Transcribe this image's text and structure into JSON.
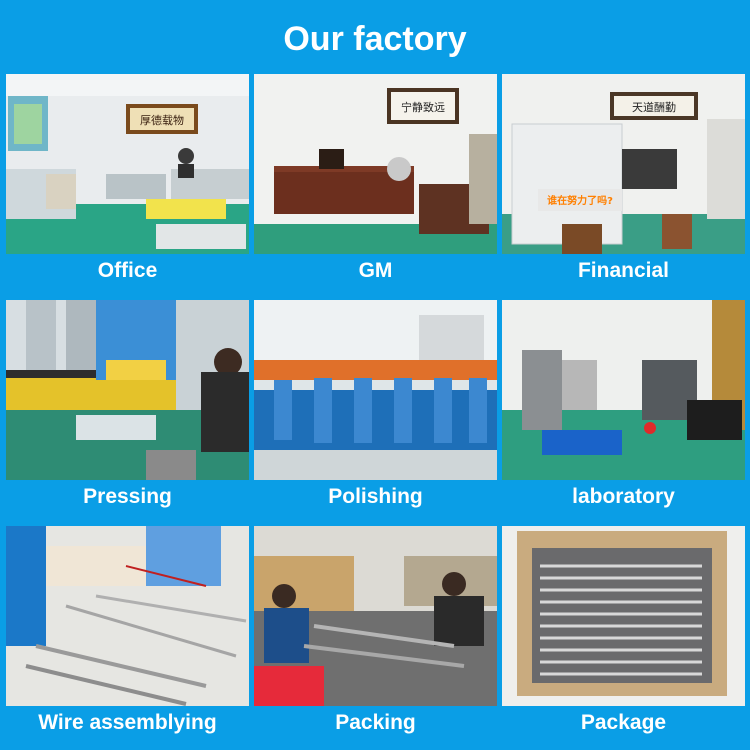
{
  "page": {
    "title": "Our factory",
    "background_color": "#0a9ee6",
    "text_color": "#ffffff"
  },
  "tiles": [
    {
      "caption": "Office",
      "photo": "office-photo"
    },
    {
      "caption": "GM",
      "photo": "gm-office-photo"
    },
    {
      "caption": "Financial",
      "photo": "financial-office-photo"
    },
    {
      "caption": "Pressing",
      "photo": "pressing-machine-photo"
    },
    {
      "caption": "Polishing",
      "photo": "polishing-line-photo"
    },
    {
      "caption": "laboratory",
      "photo": "laboratory-photo"
    },
    {
      "caption": "Wire assemblying",
      "photo": "wire-assembly-photo"
    },
    {
      "caption": "Packing",
      "photo": "packing-workers-photo"
    },
    {
      "caption": "Package",
      "photo": "carton-package-photo"
    }
  ],
  "signs": {
    "office_calligraphy": "厚德载物",
    "gm_calligraphy": "宁静致远",
    "financial_calligraphy": "天道酬勤",
    "banner_text": "谁在努力了吗?"
  }
}
